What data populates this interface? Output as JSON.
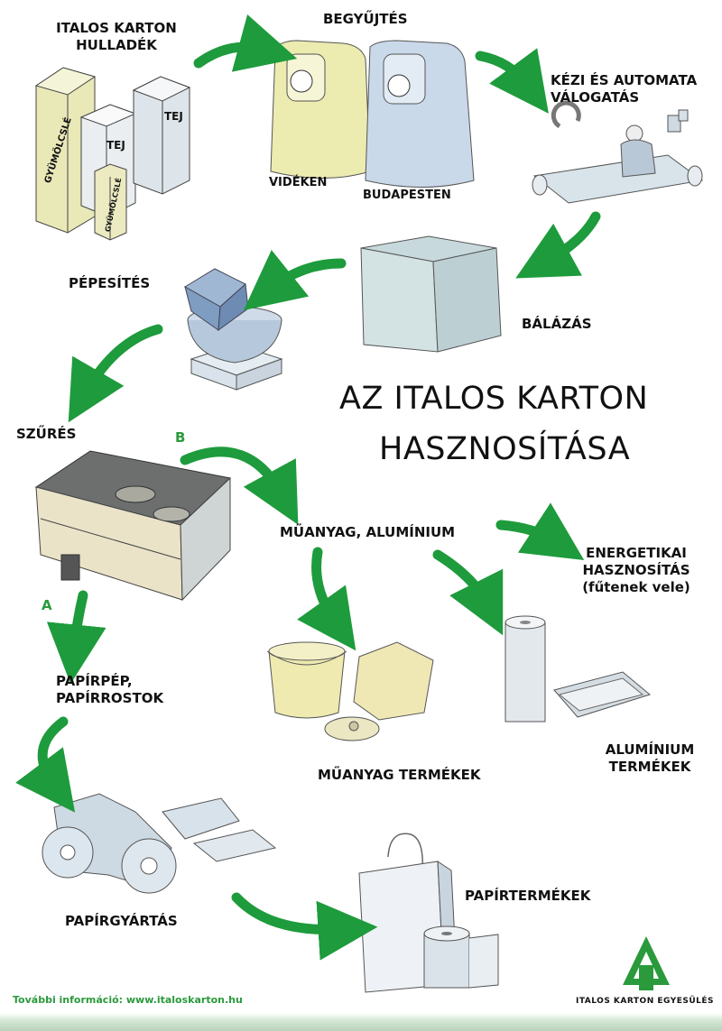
{
  "title": {
    "line1": "AZ ITALOS KARTON",
    "line2": "HASZNOSÍTÁSA"
  },
  "steps": {
    "waste": {
      "line1": "ITALOS KARTON",
      "line2": "HULLADÉK"
    },
    "collection": "BEGYŰJTÉS",
    "rural": "VIDÉKEN",
    "budapest": "BUDAPESTEN",
    "sorting": {
      "line1": "KÉZI ÉS AUTOMATA",
      "line2": "VÁLOGATÁS"
    },
    "baling": "BÁLÁZÁS",
    "pulping": "PÉPESÍTÉS",
    "filtering": "SZŰRÉS",
    "plastic_aluminium": "MŰANYAG, ALUMÍNIUM",
    "energy": {
      "line1": "ENERGETIKAI",
      "line2": "HASZNOSÍTÁS",
      "line3": "(fűtenek vele)"
    },
    "plastic_products": "MŰANYAG TERMÉKEK",
    "aluminium_products": {
      "line1": "ALUMÍNIUM",
      "line2": "TERMÉKEK"
    },
    "pulp": {
      "line1": "PAPÍRPÉP,",
      "line2": "PAPÍRROSTOK"
    },
    "paper_making": "PAPÍRGYÁRTÁS",
    "paper_products": "PAPÍRTERMÉKEK"
  },
  "branches": {
    "a": "A",
    "b": "B"
  },
  "carton_labels": {
    "juice1": "GYÜMÖLCSLÉ",
    "milk1": "TEJ",
    "milk2": "TEJ",
    "juice2": "GYÜMÖLCSLÉ"
  },
  "footer": "További információ: www.italoskarton.hu",
  "logo_text": "ITALOS KARTON EGYESÜLÉS",
  "colors": {
    "arrow": "#1e9b3c",
    "logo": "#2a9a3c",
    "text": "#111111"
  }
}
